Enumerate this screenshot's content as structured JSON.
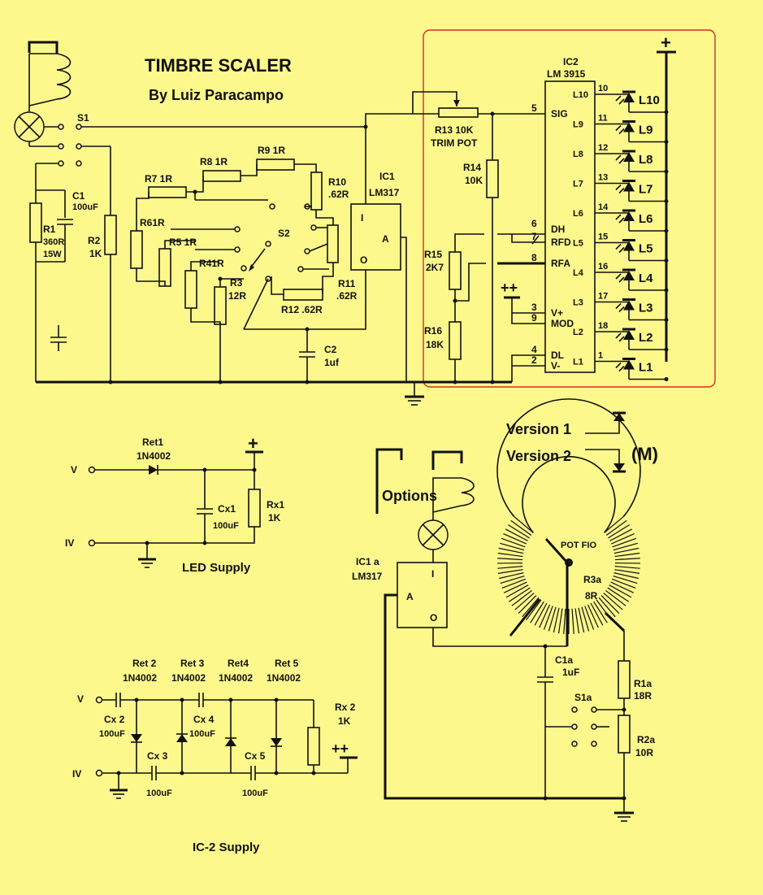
{
  "title": "TIMBRE SCALER",
  "author": "By Luiz Paracampo",
  "labels": {
    "s1": "S1",
    "s2": "S2",
    "c1": "C1",
    "c1_val": "100uF",
    "r1": "R1",
    "r1_val": "360R",
    "r1_watt": "15W",
    "r2": "R2",
    "r2_val": "1K",
    "r3": "R3",
    "r3_val": "12R",
    "r4": "R41R",
    "r5": "R5 1R",
    "r6": "R61R",
    "r7": "R7 1R",
    "r8": "R8 1R",
    "r9": "R9 1R",
    "r10": "R10",
    "r10_val": ".62R",
    "r11": "R11",
    "r11_val": ".62R",
    "r12": "R12 .62R",
    "ic1": "IC1",
    "ic1_part": "LM317",
    "c2": "C2",
    "c2_val": "1uf",
    "r13": "R13 10K",
    "r13_type": "TRIM POT",
    "r14": "R14",
    "r14_val": "10K",
    "r15": "R15",
    "r15_val": "2K7",
    "r16": "R16",
    "r16_val": "18K",
    "ic2": "IC2",
    "ic2_part": "LM 3915",
    "plus": "+",
    "plusplus": "++",
    "pin_i": "I",
    "pin_a": "A",
    "pin_o": "O",
    "version1": "Version 1",
    "version2": "Version 2",
    "m": "(M)",
    "ret1": "Ret1",
    "ret1_val": "1N4002",
    "cx1": "Cx1",
    "cx1_val": "100uF",
    "rx1": "Rx1",
    "rx1_val": "1K",
    "v": "V",
    "iv": "IV",
    "led_supply": "LED  Supply",
    "options": "Options",
    "ic1a": "IC1 a",
    "ic1a_part": "LM317",
    "pot_fio": "POT FIO",
    "r3a": "R3a",
    "r3a_val": "8R",
    "c1a": "C1a",
    "c1a_val": "1uF",
    "s1a": "S1a",
    "r1a": "R1a",
    "r1a_val": "18R",
    "r2a": "R2a",
    "r2a_val": "10R",
    "ret2": "Ret 2",
    "ret3": "Ret 3",
    "ret4": "Ret4",
    "ret5": "Ret 5",
    "diode": "1N4002",
    "cx2": "Cx 2",
    "cx3": "Cx 3",
    "cx4": "Cx 4",
    "cx5": "Cx 5",
    "cap100": "100uF",
    "rx2": "Rx 2",
    "rx2_val": "1K",
    "ic2_supply": "IC-2 Supply"
  },
  "ic2_pins_left": [
    {
      "num": "5",
      "name": "SIG"
    },
    {
      "num": "6",
      "name": "DH"
    },
    {
      "num": "7",
      "name": "RFD"
    },
    {
      "num": "8",
      "name": "RFA"
    },
    {
      "num": "3",
      "name": "V+"
    },
    {
      "num": "9",
      "name": "MOD"
    },
    {
      "num": "4",
      "name": "DL"
    },
    {
      "num": "2",
      "name": "V-"
    }
  ],
  "ic2_pins_right": [
    {
      "pin": "L10",
      "num": "10",
      "led": "L10"
    },
    {
      "pin": "L9",
      "num": "11",
      "led": "L9"
    },
    {
      "pin": "L8",
      "num": "12",
      "led": "L8"
    },
    {
      "pin": "L7",
      "num": "13",
      "led": "L7"
    },
    {
      "pin": "L6",
      "num": "14",
      "led": "L6"
    },
    {
      "pin": "L5",
      "num": "15",
      "led": "L5"
    },
    {
      "pin": "L4",
      "num": "16",
      "led": "L4"
    },
    {
      "pin": "L3",
      "num": "17",
      "led": "L3"
    },
    {
      "pin": "L2",
      "num": "18",
      "led": "L2"
    },
    {
      "pin": "L1",
      "num": "1",
      "led": "L1"
    }
  ],
  "colors": {
    "background": "#fcf88c",
    "frame": "#d62a2a",
    "ink": "#111111"
  }
}
